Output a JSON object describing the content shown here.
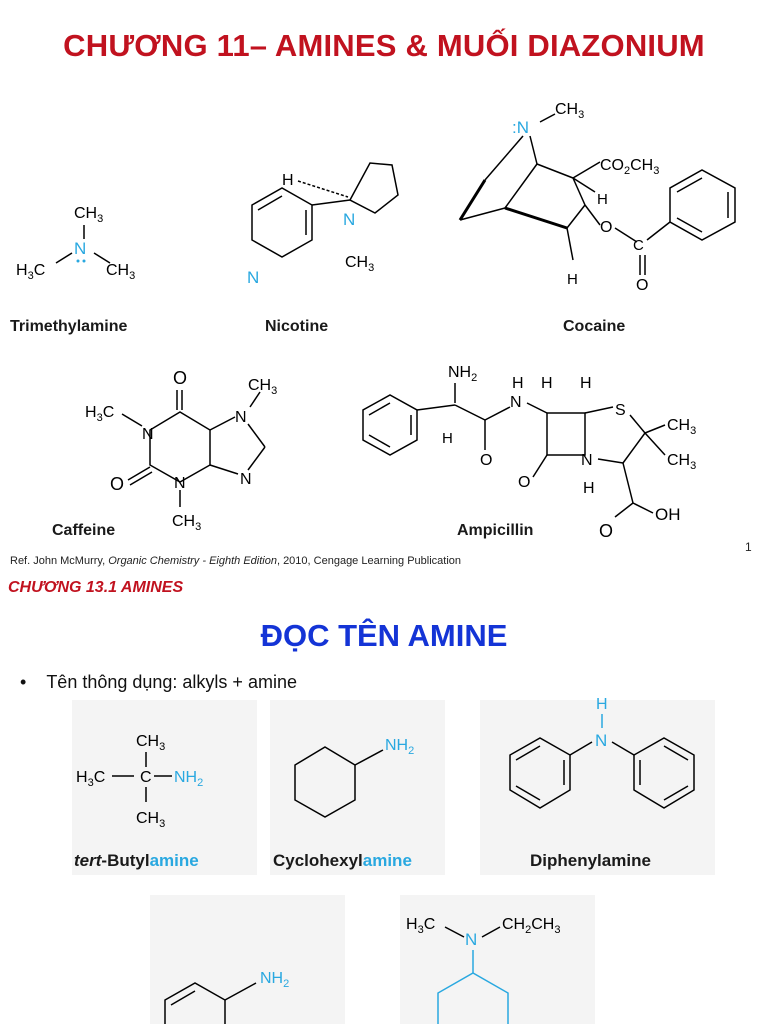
{
  "slide1": {
    "title": "CHƯƠNG 11– AMINES & MUỐI DIAZONIUM",
    "labels": {
      "trimethylamine": "Trimethylamine",
      "nicotine": "Nicotine",
      "cocaine": "Cocaine",
      "caffeine": "Caffeine",
      "ampicillin": "Ampicillin"
    },
    "reference": {
      "prefix": "Ref. John McMurry, ",
      "book": "Organic Chemistry - Eighth Edition",
      "suffix": ", 2010, Cengage Learning Publication"
    },
    "page_number": "1"
  },
  "slide2": {
    "section": "CHƯƠNG 13.1 AMINES",
    "title": "ĐỌC TÊN AMINE",
    "bullet": "Tên thông dụng: alkyls + amine",
    "labels": {
      "tert_prefix": "tert",
      "tert_mid": "-Butyl",
      "tert_suffix": "amine",
      "cyclohexyl_mid": "Cyclohexyl",
      "cyclohexyl_suffix": "amine",
      "diphenyl": "Diphenylamine"
    }
  },
  "colors": {
    "title_red": "#c1121f",
    "title_blue": "#1434d6",
    "amine_cyan": "#29a8e0"
  }
}
